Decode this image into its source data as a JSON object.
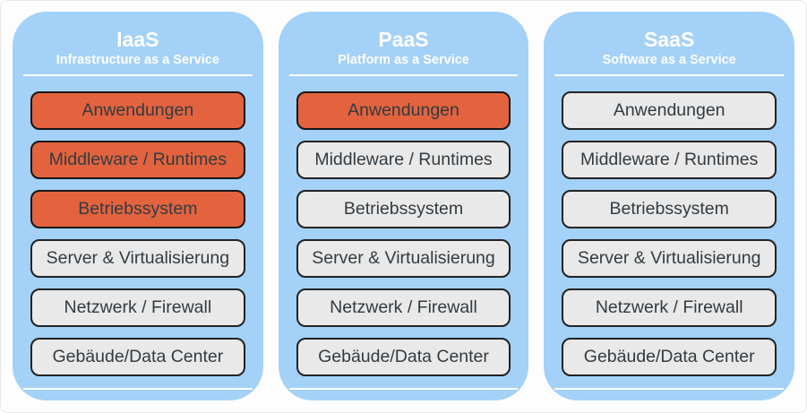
{
  "colors": {
    "container-blue": "#a3d1f7",
    "highlight-orange": "#e2633e",
    "neutral-gray": "#e9e9e9",
    "box-border": "#222222",
    "label-text": "#333b41",
    "header-text": "#ffffff"
  },
  "columns": [
    {
      "title": "IaaS",
      "subtitle": "Infrastructure as a Service",
      "layers": [
        {
          "label": "Anwendungen",
          "highlight": true
        },
        {
          "label": "Middleware / Runtimes",
          "highlight": true
        },
        {
          "label": "Betriebssystem",
          "highlight": true
        },
        {
          "label": "Server & Virtualisierung",
          "highlight": false
        },
        {
          "label": "Netzwerk / Firewall",
          "highlight": false
        },
        {
          "label": "Gebäude/Data Center",
          "highlight": false
        }
      ]
    },
    {
      "title": "PaaS",
      "subtitle": "Platform as a Service",
      "layers": [
        {
          "label": "Anwendungen",
          "highlight": true
        },
        {
          "label": "Middleware / Runtimes",
          "highlight": false
        },
        {
          "label": "Betriebssystem",
          "highlight": false
        },
        {
          "label": "Server & Virtualisierung",
          "highlight": false
        },
        {
          "label": "Netzwerk / Firewall",
          "highlight": false
        },
        {
          "label": "Gebäude/Data Center",
          "highlight": false
        }
      ]
    },
    {
      "title": "SaaS",
      "subtitle": "Software as a Service",
      "layers": [
        {
          "label": "Anwendungen",
          "highlight": false
        },
        {
          "label": "Middleware / Runtimes",
          "highlight": false
        },
        {
          "label": "Betriebssystem",
          "highlight": false
        },
        {
          "label": "Server & Virtualisierung",
          "highlight": false
        },
        {
          "label": "Netzwerk / Firewall",
          "highlight": false
        },
        {
          "label": "Gebäude/Data Center",
          "highlight": false
        }
      ]
    }
  ]
}
